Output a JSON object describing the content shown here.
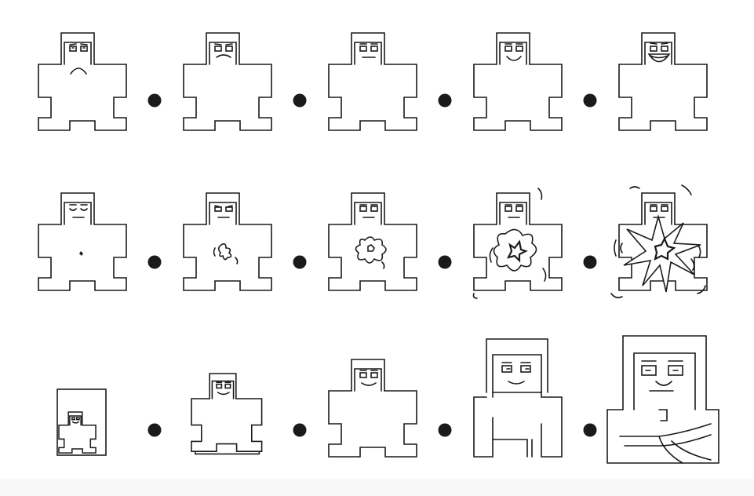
{
  "rows": [
    {
      "name": "mood-sequence",
      "figures": [
        "frown",
        "slight-frown",
        "neutral",
        "smile",
        "big-grin"
      ]
    },
    {
      "name": "inner-burst-sequence",
      "figures": [
        "speck",
        "small-blob",
        "medium-blob",
        "large-blob",
        "explosion"
      ]
    },
    {
      "name": "growth-sequence",
      "figures": [
        "tiny-in-frame",
        "small",
        "medium",
        "large-bust",
        "huge-bust-arms-crossed"
      ]
    }
  ],
  "separator": "dot",
  "colors": {
    "ink": "#1a1a1a",
    "background": "#ffffff"
  }
}
